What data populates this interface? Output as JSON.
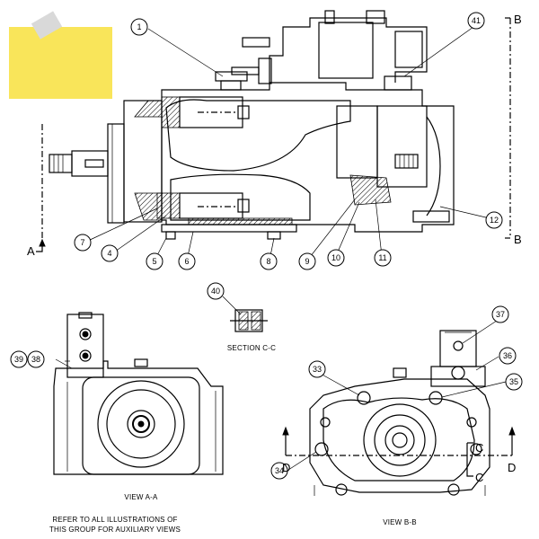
{
  "callouts": [
    {
      "n": "1"
    },
    {
      "n": "41"
    },
    {
      "n": "12"
    },
    {
      "n": "7"
    },
    {
      "n": "4"
    },
    {
      "n": "5"
    },
    {
      "n": "6"
    },
    {
      "n": "8"
    },
    {
      "n": "9"
    },
    {
      "n": "10"
    },
    {
      "n": "11"
    },
    {
      "n": "40"
    },
    {
      "n": "37"
    },
    {
      "n": "39"
    },
    {
      "n": "38"
    },
    {
      "n": "33"
    },
    {
      "n": "36"
    },
    {
      "n": "35"
    },
    {
      "n": "34"
    }
  ],
  "section_letters": {
    "b_top": "B",
    "b_bottom": "B",
    "a": "A",
    "d_left": "D",
    "d_right": "D",
    "c_top": "C",
    "c_bottom": "C"
  },
  "labels": {
    "section_cc": "SECTION C-C",
    "view_aa": "VIEW A-A",
    "view_bb": "VIEW B-B",
    "note_line1": "REFER TO ALL ILLUSTRATIONS OF",
    "note_line2": "THIS GROUP FOR AUXILIARY VIEWS"
  },
  "colors": {
    "sticky_note": "#f9e55a",
    "tape": "#d9d9d9"
  }
}
